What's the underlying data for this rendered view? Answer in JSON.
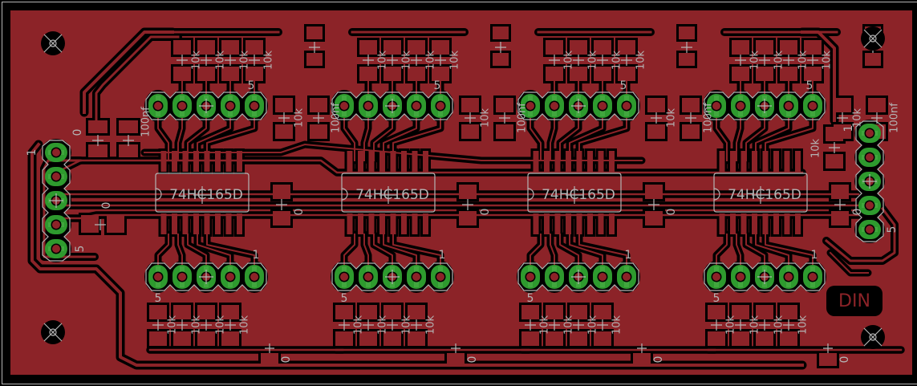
{
  "board": {
    "copper_color": "#8c2328",
    "pad_color": "#2e9a2e",
    "silk_color": "#b4b4b4",
    "background": "#000000"
  },
  "modules": [
    {
      "ic_label": "74HC165D",
      "top_resistors": [
        "10k",
        "10k",
        "10k",
        "10k"
      ],
      "bottom_resistors": [
        "10k",
        "10k",
        "10k",
        "10k"
      ],
      "side_resistor": "10k",
      "cap_label": "100nf",
      "top_header_pin_label": "5",
      "bottom_header_pin_first": "1",
      "bottom_header_pin_last": "5",
      "mid_cap_label": "0",
      "bottom_cap_label": "0"
    },
    {
      "ic_label": "74HC165D",
      "top_resistors": [
        "10k",
        "10k",
        "10k",
        "10k"
      ],
      "bottom_resistors": [
        "10k",
        "10k",
        "10k",
        "10k"
      ],
      "side_resistor": "10k",
      "cap_label": "100nf",
      "top_header_pin_label": "5",
      "bottom_header_pin_first": "1",
      "bottom_header_pin_last": "5",
      "mid_cap_label": "0",
      "bottom_cap_label": "0"
    },
    {
      "ic_label": "74HC165D",
      "top_resistors": [
        "10k",
        "10k",
        "10k",
        "10k"
      ],
      "bottom_resistors": [
        "10k",
        "10k",
        "10k",
        "10k"
      ],
      "side_resistor": "10k",
      "cap_label": "100nf",
      "top_header_pin_label": "5",
      "bottom_header_pin_first": "1",
      "bottom_header_pin_last": "5",
      "mid_cap_label": "0",
      "bottom_cap_label": "0"
    },
    {
      "ic_label": "74HC165D",
      "top_resistors": [
        "10k",
        "10k",
        "10k",
        "10k"
      ],
      "bottom_resistors": [
        "10k",
        "10k",
        "10k",
        "10k"
      ],
      "side_resistor": "10k",
      "cap_label": "100nf",
      "top_header_pin_label": "5",
      "bottom_header_pin_first": "1",
      "bottom_header_pin_last": "5",
      "mid_cap_label": "0",
      "bottom_cap_label": "0"
    }
  ],
  "left_connector": {
    "pin_first": "1",
    "pin_last": "5",
    "resistor_label": "0",
    "cap_label": "100nf",
    "top_res_label": "0"
  },
  "right_connector": {
    "pin_first": "1",
    "pin_last": "5",
    "resistor_label": "10k"
  },
  "din_label": "DIN",
  "mounting_holes": [
    "top-left",
    "top-right",
    "bottom-left",
    "bottom-right"
  ]
}
